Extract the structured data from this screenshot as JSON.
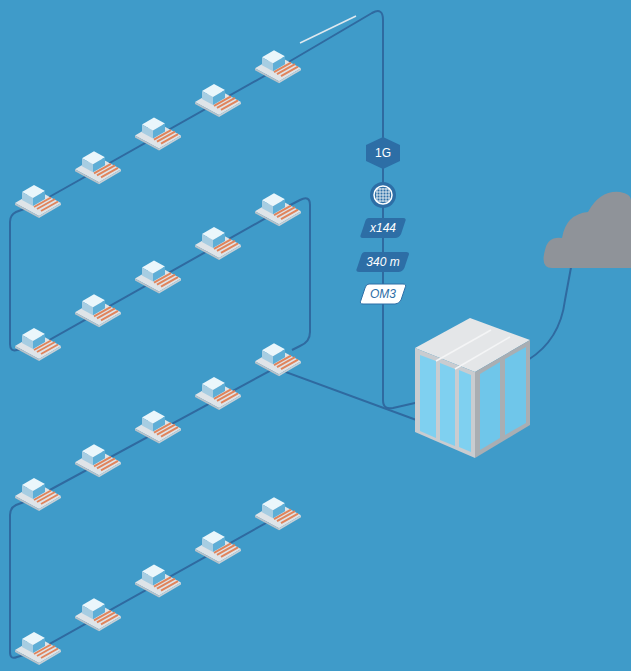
{
  "diagram": {
    "labels": [
      "1G",
      "x144",
      "340 m",
      "OM3"
    ]
  }
}
